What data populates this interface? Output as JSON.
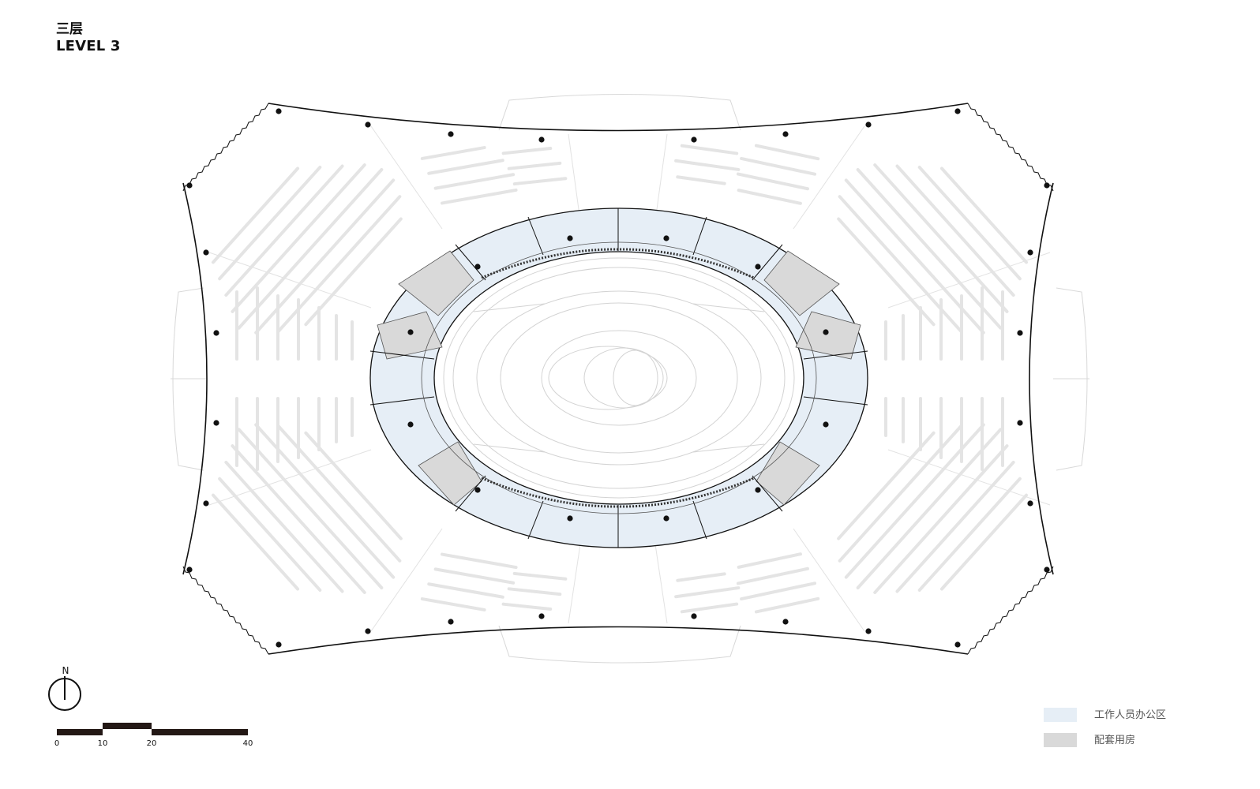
{
  "title": {
    "zh": "三层",
    "en": "LEVEL 3"
  },
  "north": {
    "label": "N"
  },
  "scale_bar": {
    "ticks": [
      "0",
      "10",
      "20",
      "40"
    ]
  },
  "legend": [
    {
      "label": "工作人员办公区",
      "color": "#e6eef6"
    },
    {
      "label": "配套用房",
      "color": "#d9d9d9"
    }
  ],
  "colors": {
    "office": "#e6eef6",
    "service": "#d9d9d9",
    "line": "#111111",
    "faint": "#cfcfcf"
  }
}
